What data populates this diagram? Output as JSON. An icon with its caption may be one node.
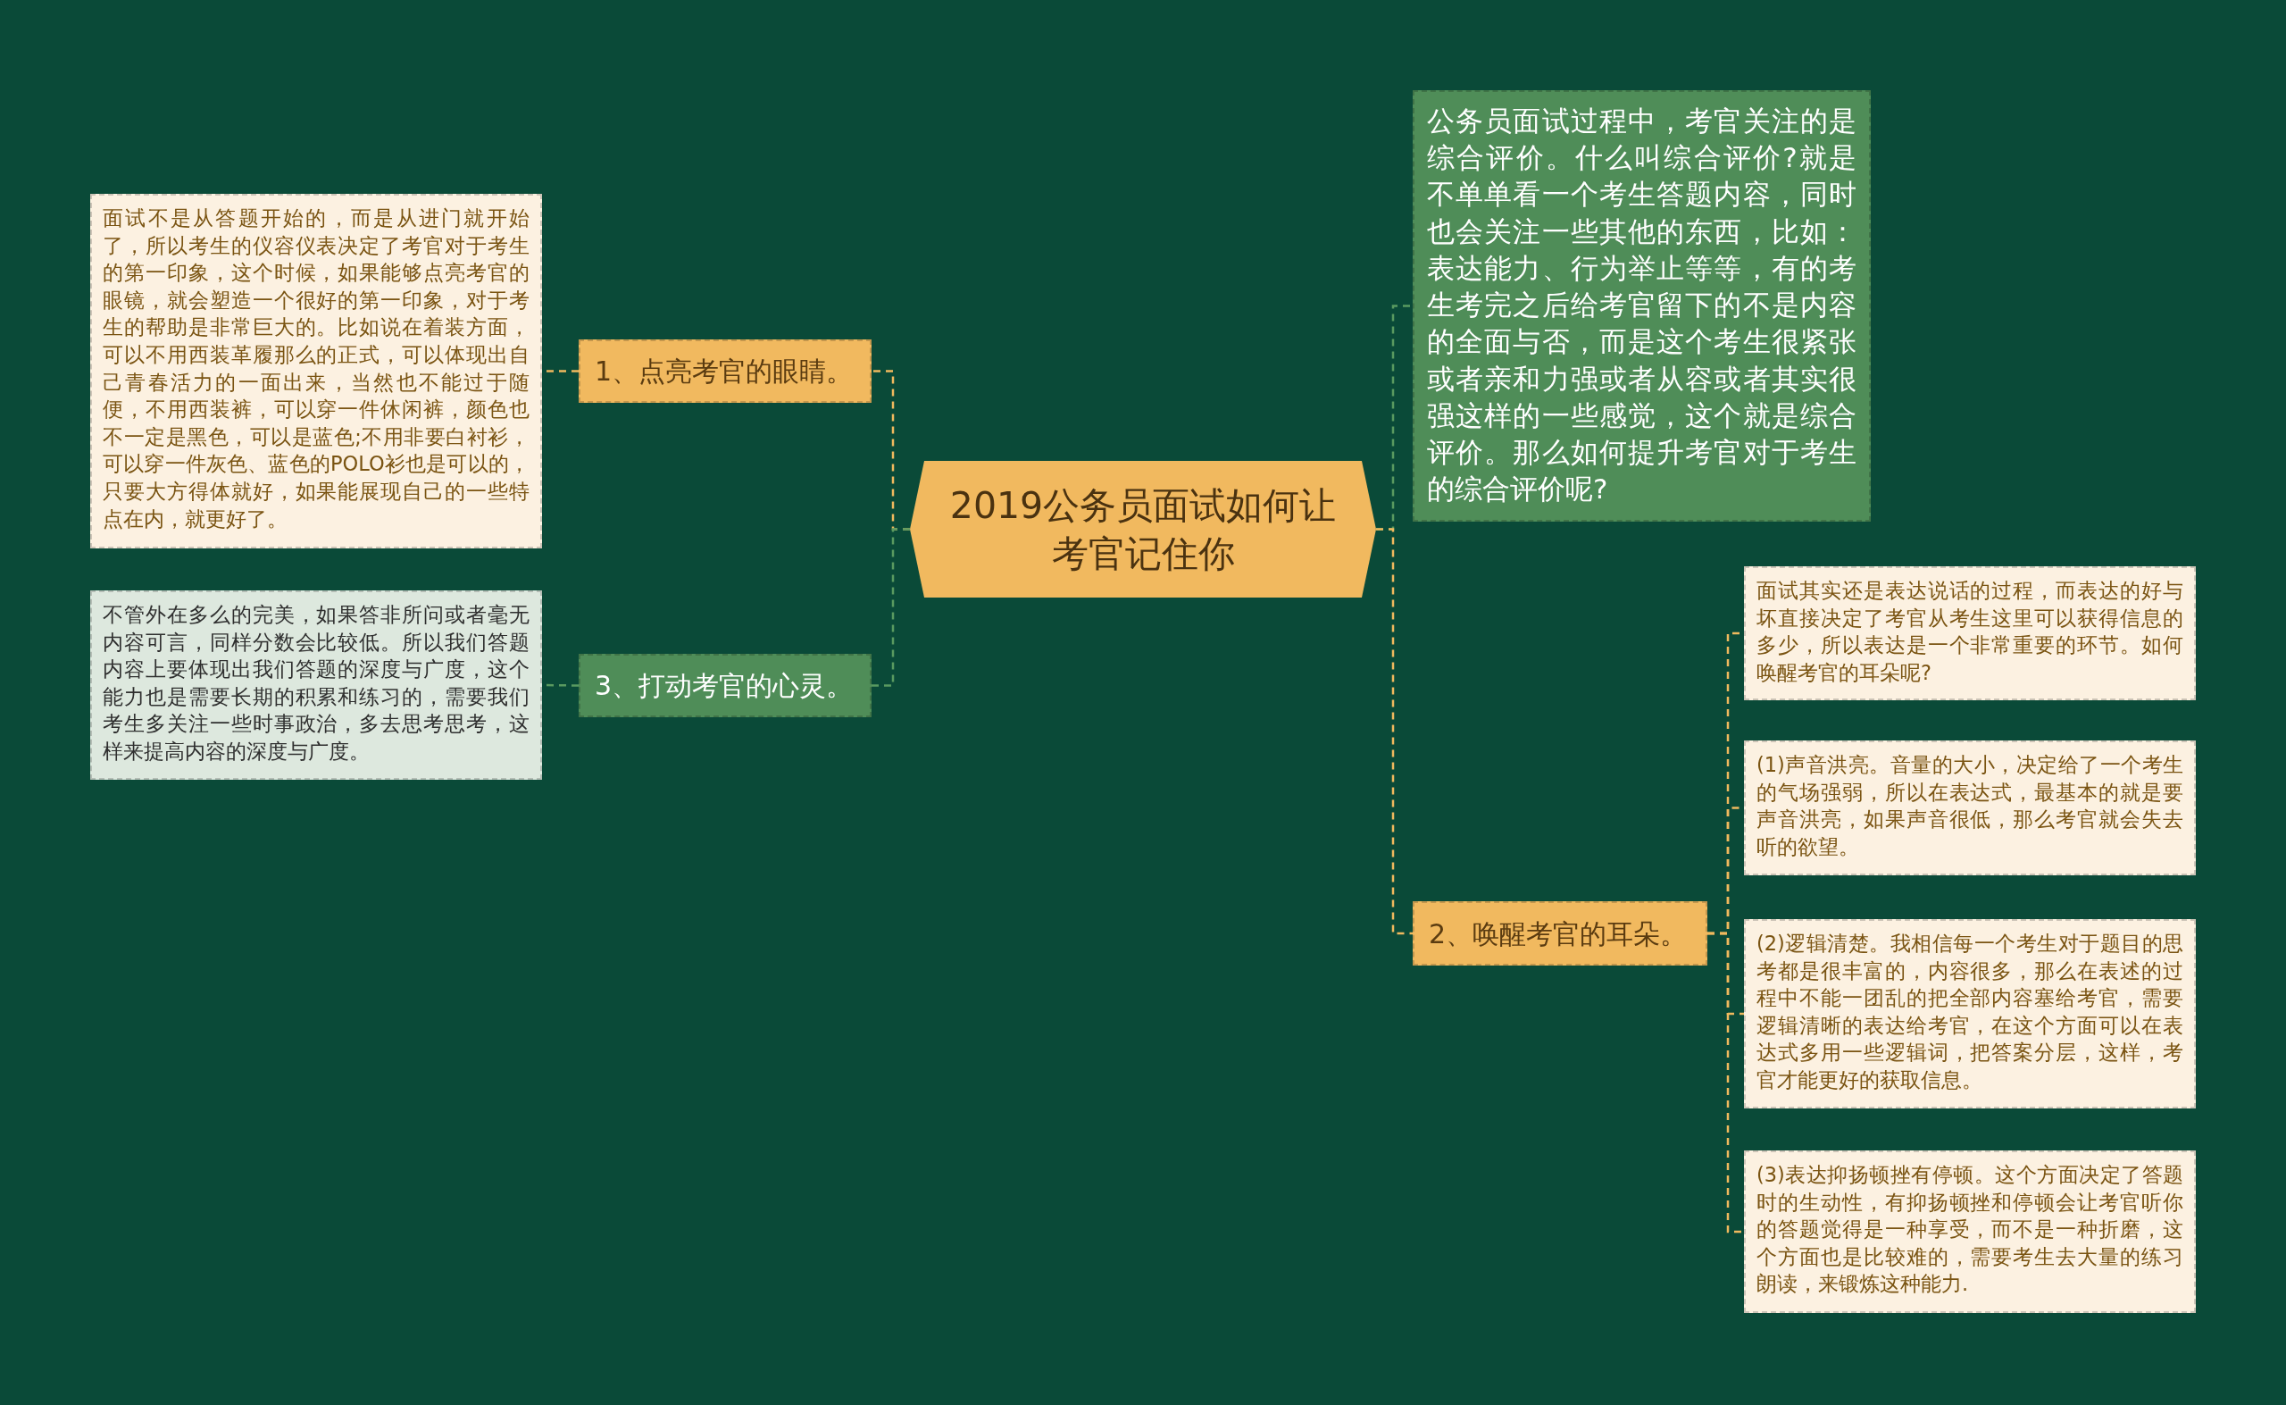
{
  "diagram": {
    "nodes": [
      {
        "text": [
          "2019公务员面试如何让考官记住你"
        ]
      },
      {
        "text": [
          "1、点亮考官的眼睛。"
        ]
      },
      {
        "text": [
          "面试不是从答题开始的，而是从进门就开始了，所以考生的仪容仪表决定了考官对于考生的第一印象，这个时候，如果能够点亮考官的眼镜，就会塑造一个很好的第一印象，对于考生的帮助是非常巨大的。比如说在着装方面，可以不用西装革履那么的正式，可以体现出自己青春活力的一面出来，当然也不能过于随便，不用西装裤，可以穿一件休闲裤，颜色也不一定是黑色，可以是蓝色;不用非要白衬衫，可以穿一件灰色、蓝色的POLO衫也是可以的，只要大方得体就好，如果能展现自己的一些特点在内，就更好了。"
        ]
      },
      {
        "text": [
          "3、打动考官的心灵。"
        ]
      },
      {
        "text": [
          "不管外在多么的完美，如果答非所问或者毫无内容可言，同样分数会比较低。所以我们答题内容上要体现出我们答题的深度与广度，这个能力也是需要长期的积累和练习的，需要我们考生多关注一些时事政治，多去思考思考，这样来提高内容的深度与广度。"
        ]
      },
      {
        "text": [
          "公务员面试过程中，考官关注的是综合评价。什么叫综合评价?就是不单单看一个考生答题内容，同时也会关注一些其他的东西，比如：表达能力、行为举止等等，有的考生考完之后给考官留下的不是内容的全面与否，而是这个考生很紧张或者亲和力强或者从容或者其实很强这样的一些感觉，这个就是综合评价。那么如何提升考官对于考生的综合评价呢?"
        ]
      },
      {
        "text": [
          "2、唤醒考官的耳朵。"
        ]
      },
      {
        "text": [
          "面试其实还是表达说话的过程，而表达的好与坏直接决定了考官从考生这里可以获得信息的多少，所以表达是一个非常重要的环节。如何唤醒考官的耳朵呢?"
        ]
      },
      {
        "text": [
          "(1)声音洪亮。音量的大小，决定给了一个考生的气场强弱，所以在表达式，最基本的就是要声音洪亮，如果声音很低，那么考官就会失去听的欲望。"
        ]
      },
      {
        "text": [
          "(2)逻辑清楚。我相信每一个考生对于题目的思考都是很丰富的，内容很多，那么在表述的过程中不能一团乱的把全部内容塞给考官，需要逻辑清晰的表达给考官，在这个方面可以在表达式多用一些逻辑词，把答案分层，这样，考官才能更好的获取信息。"
        ]
      },
      {
        "text": [
          "(3)表达抑扬顿挫有停顿。这个方面决定了答题时的生动性，有抑扬顿挫和停顿会让考官听你的答题觉得是一种享受，而不是一种折磨，这个方面也是比较难的，需要考生去大量的练习朗读，来锻炼这种能力."
        ]
      }
    ],
    "edges": [
      {
        "from": 0,
        "to": 1,
        "arrow": "none",
        "style": "dashed",
        "color": "#f0b95e"
      },
      {
        "from": 1,
        "to": 2,
        "arrow": "none",
        "style": "dashed",
        "color": "#f0b95e"
      },
      {
        "from": 0,
        "to": 3,
        "arrow": "none",
        "style": "dashed",
        "color": "#5a9a60"
      },
      {
        "from": 3,
        "to": 4,
        "arrow": "none",
        "style": "dashed",
        "color": "#5a9a60"
      },
      {
        "from": 0,
        "to": 5,
        "arrow": "none",
        "style": "dashed",
        "color": "#5a9a60"
      },
      {
        "from": 0,
        "to": 6,
        "arrow": "none",
        "style": "dashed",
        "color": "#f0b95e"
      },
      {
        "from": 6,
        "to": 7,
        "arrow": "none",
        "style": "dashed",
        "color": "#f0b95e"
      },
      {
        "from": 6,
        "to": 8,
        "arrow": "none",
        "style": "dashed",
        "color": "#f0b95e"
      },
      {
        "from": 6,
        "to": 9,
        "arrow": "none",
        "style": "dashed",
        "color": "#f0b95e"
      },
      {
        "from": 6,
        "to": 10,
        "arrow": "none",
        "style": "dashed",
        "color": "#f0b95e"
      }
    ]
  }
}
